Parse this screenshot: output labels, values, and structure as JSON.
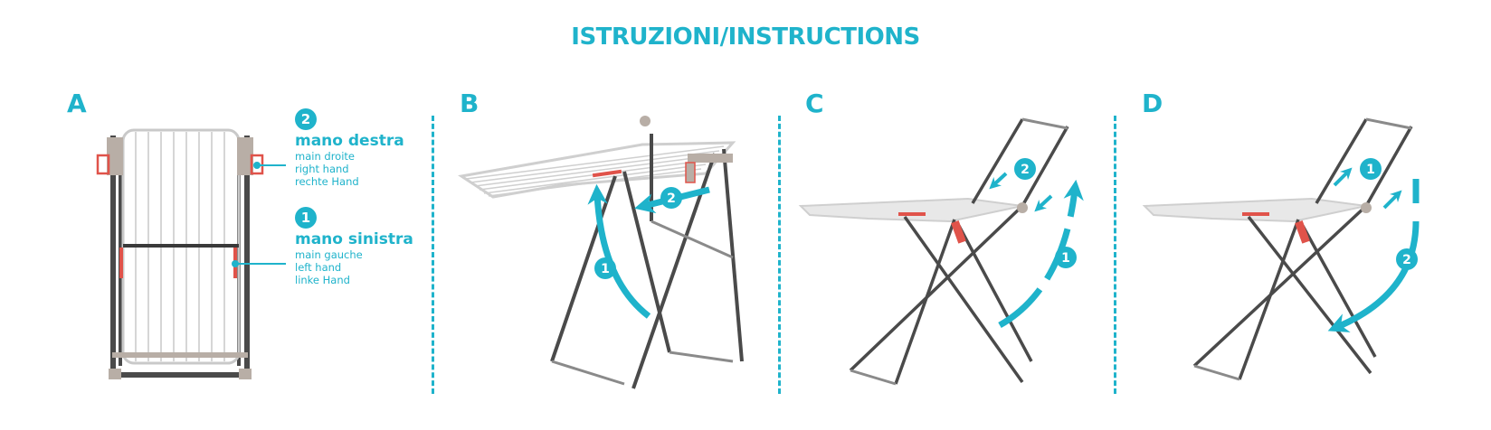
{
  "header": {
    "title": "ISTRUZIONI/INSTRUCTIONS"
  },
  "colors": {
    "accent": "#1fb3cb",
    "frame_dark": "#4a4a4a",
    "frame_light": "#c9c9c9",
    "joint": "#b8aea6",
    "lock_red": "#e0534a"
  },
  "panels": [
    {
      "letter": "A"
    },
    {
      "letter": "B",
      "steps": [
        "1",
        "2"
      ]
    },
    {
      "letter": "C",
      "steps": [
        "2",
        "1"
      ]
    },
    {
      "letter": "D",
      "steps": [
        "1",
        "2"
      ]
    }
  ],
  "legend": {
    "right_hand": {
      "step": "2",
      "label": "mano destra",
      "translations": [
        "main droite",
        "right hand",
        "rechte Hand"
      ]
    },
    "left_hand": {
      "step": "1",
      "label": "mano sinistra",
      "translations": [
        "main gauche",
        "left hand",
        "linke Hand"
      ]
    }
  }
}
